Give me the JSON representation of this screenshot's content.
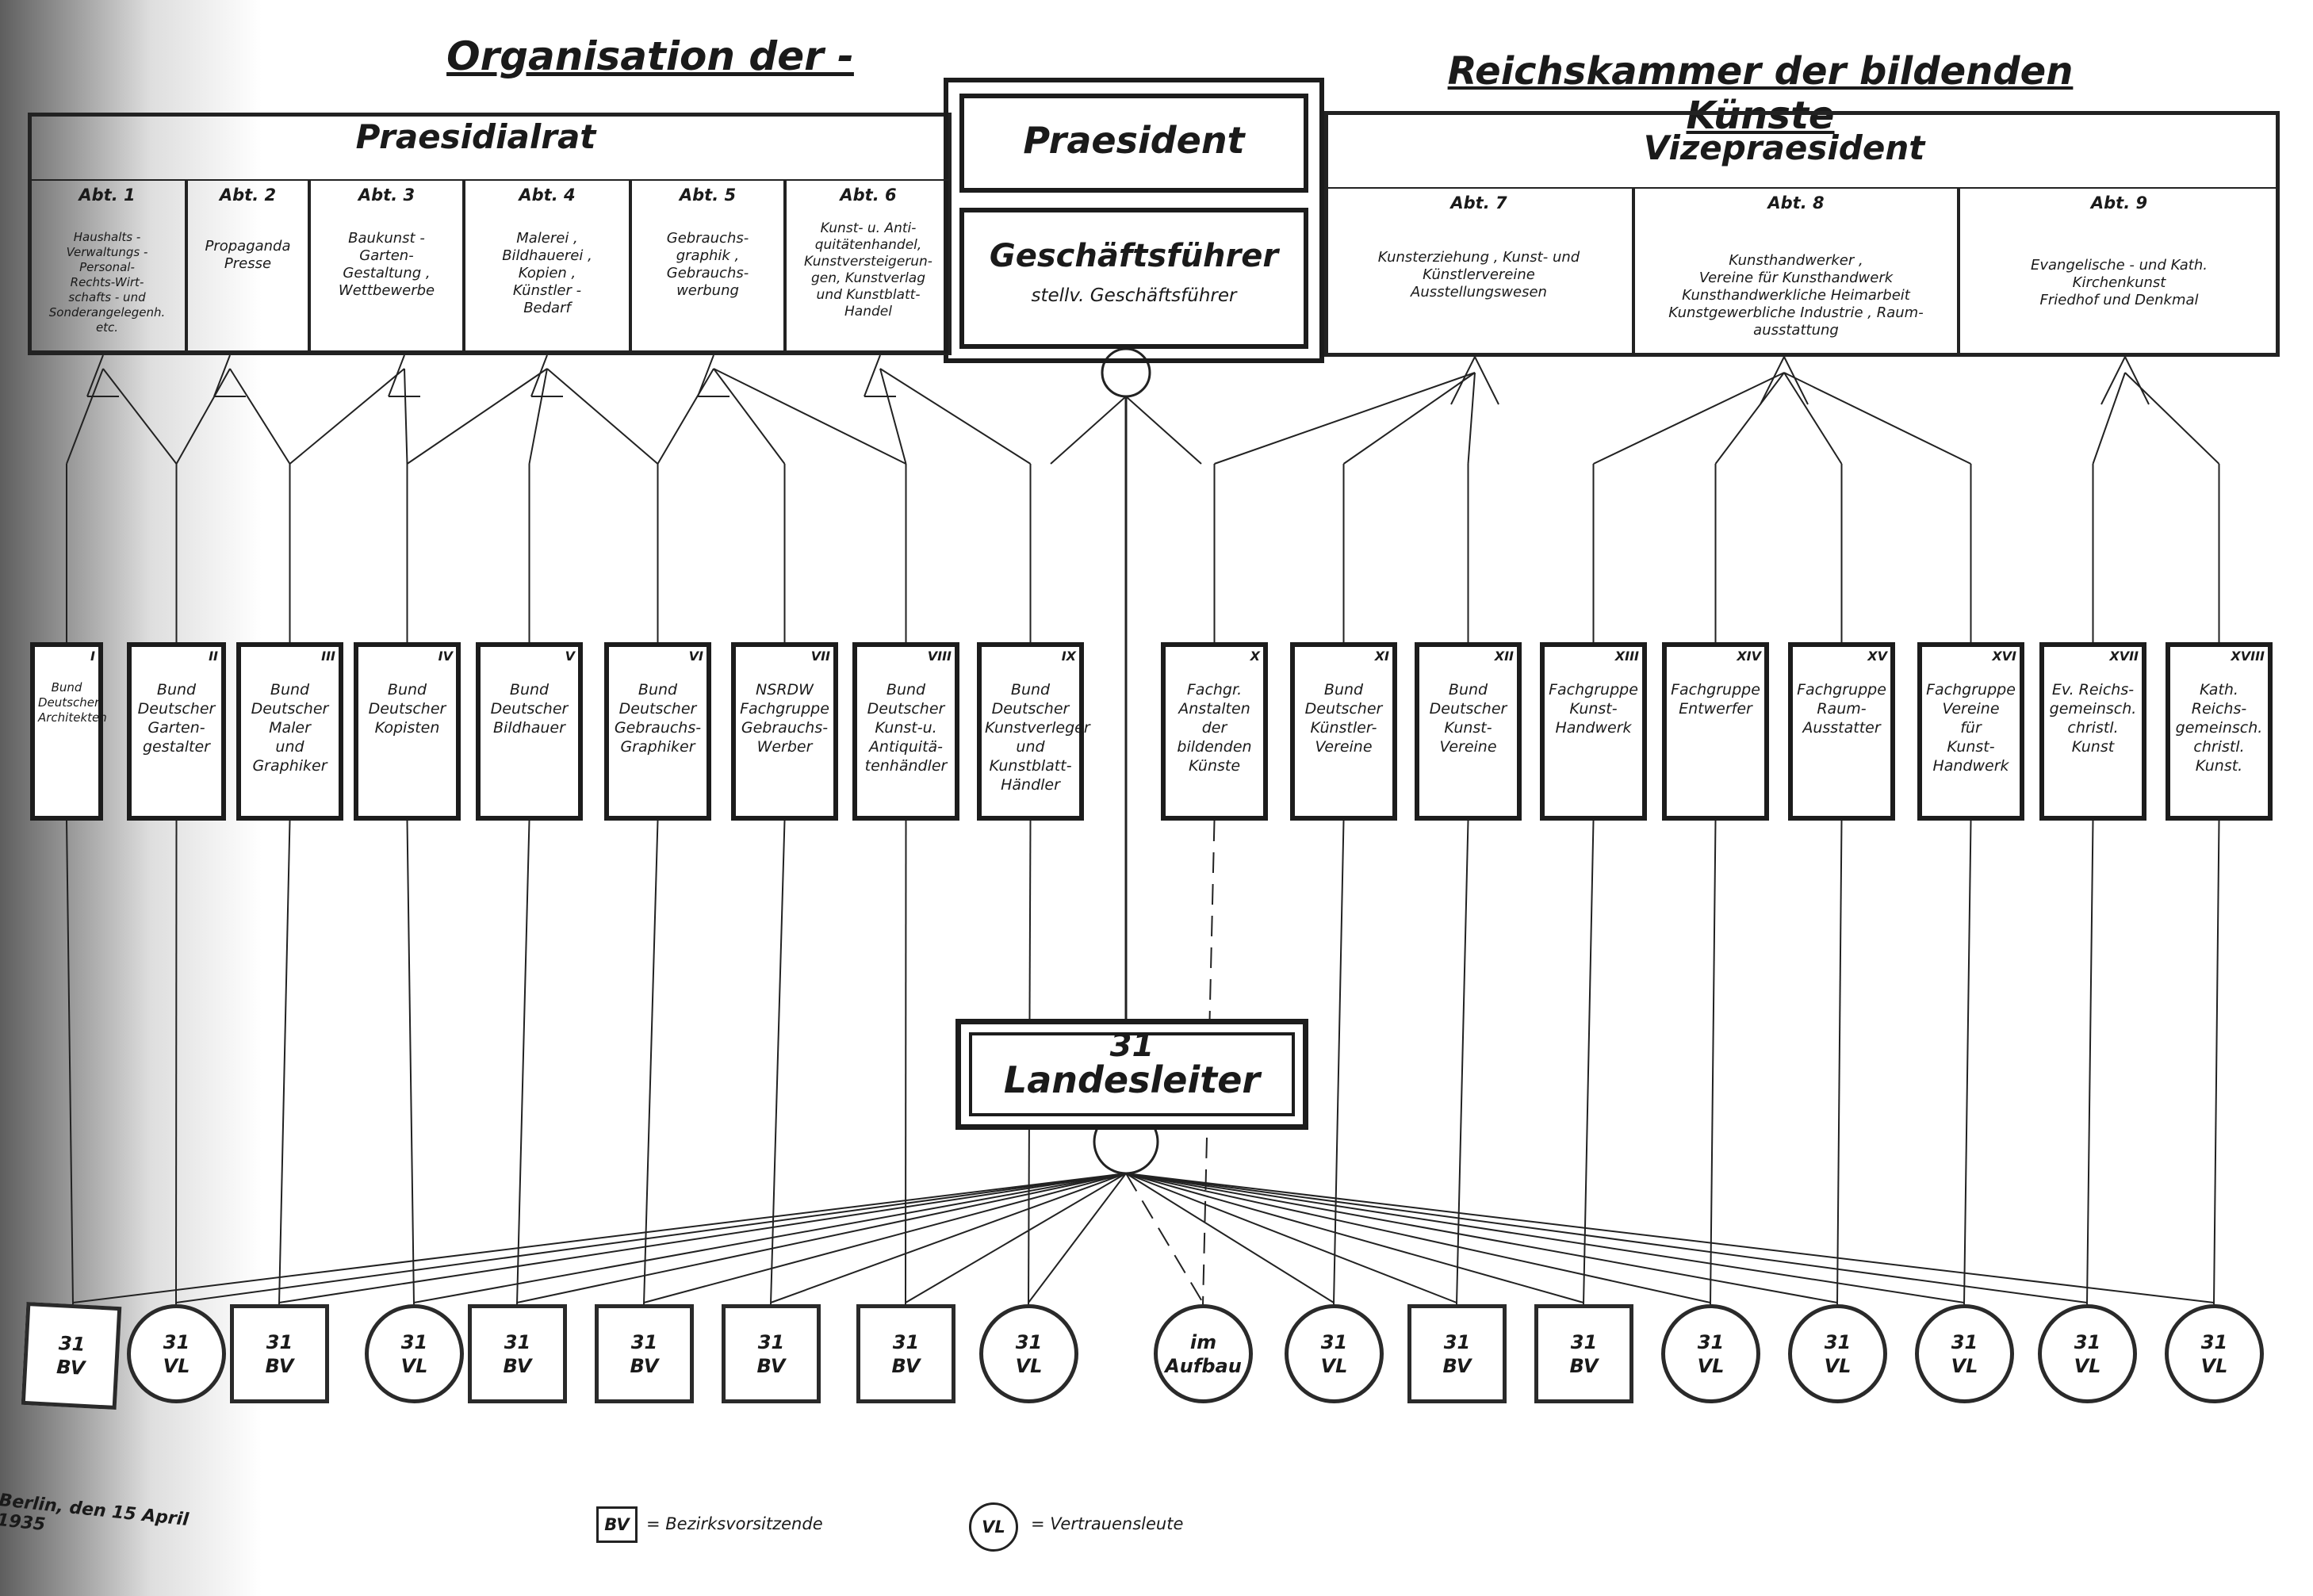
{
  "title": {
    "left": "Organisation der -",
    "right": "Reichskammer der bildenden Künste"
  },
  "praesidialrat": "Praesidialrat",
  "praesident": "Praesident",
  "vizepraesident": "Vizepraesident",
  "geschaeftsfuehrer": {
    "title": "Geschäftsführer",
    "subtitle": "stellv. Geschäftsführer"
  },
  "departments_left": [
    {
      "abt": "Abt. 1",
      "text": "Haushalts -\nVerwaltungs -\nPersonal-\nRechts-Wirt-\nschafts - und\nSonderangelegenh.\netc."
    },
    {
      "abt": "Abt. 2",
      "text": "Propaganda\nPresse"
    },
    {
      "abt": "Abt. 3",
      "text": "Baukunst -\nGarten-\nGestaltung ,\nWettbewerbe"
    },
    {
      "abt": "Abt. 4",
      "text": "Malerei ,\nBildhauerei ,\nKopien ,\nKünstler -\nBedarf"
    },
    {
      "abt": "Abt. 5",
      "text": "Gebrauchs-\ngraphik ,\nGebrauchs-\nwerbung"
    },
    {
      "abt": "Abt. 6",
      "text": "Kunst- u. Anti-\nquitätenhandel,\nKunstversteigerun-\ngen, Kunstverlag\nund Kunstblatt-\nHandel"
    }
  ],
  "departments_right": [
    {
      "abt": "Abt. 7",
      "text": "Kunsterziehung , Kunst- und\nKünstlervereine\nAusstellungswesen"
    },
    {
      "abt": "Abt. 8",
      "text": "Kunsthandwerker ,\nVereine für Kunsthandwerk\nKunsthandwerkliche Heimarbeit\nKunstgewerbliche Industrie , Raum-\nausstattung"
    },
    {
      "abt": "Abt. 9",
      "text": "Evangelische - und Kath.\nKirchenkunst\nFriedhof und Denkmal"
    }
  ],
  "organizations": [
    {
      "num": "I",
      "name": "Bund\nDeutscher\nArchitekten"
    },
    {
      "num": "II",
      "name": "Bund\nDeutscher\nGarten-\ngestalter"
    },
    {
      "num": "III",
      "name": "Bund\nDeutscher\nMaler\nund\nGraphiker"
    },
    {
      "num": "IV",
      "name": "Bund\nDeutscher\nKopisten"
    },
    {
      "num": "V",
      "name": "Bund\nDeutscher\nBildhauer"
    },
    {
      "num": "VI",
      "name": "Bund\nDeutscher\nGebrauchs-\nGraphiker"
    },
    {
      "num": "VII",
      "name": "NSRDW\nFachgruppe\nGebrauchs-\nWerber"
    },
    {
      "num": "VIII",
      "name": "Bund\nDeutscher\nKunst-u.\nAntiquitä-\ntenhändler"
    },
    {
      "num": "IX",
      "name": "Bund\nDeutscher\nKunstverleger\nund\nKunstblatt-\nHändler"
    },
    {
      "num": "X",
      "name": "Fachgr.\nAnstalten\nder bildenden\nKünste"
    },
    {
      "num": "XI",
      "name": "Bund\nDeutscher\nKünstler-\nVereine"
    },
    {
      "num": "XII",
      "name": "Bund\nDeutscher\nKunst-\nVereine"
    },
    {
      "num": "XIII",
      "name": "Fachgruppe\nKunst-\nHandwerk"
    },
    {
      "num": "XIV",
      "name": "Fachgruppe\nEntwerfer"
    },
    {
      "num": "XV",
      "name": "Fachgruppe\nRaum-\nAusstatter"
    },
    {
      "num": "XVI",
      "name": "Fachgruppe\nVereine\nfür\nKunst-\nHandwerk"
    },
    {
      "num": "XVII",
      "name": "Ev. Reichs-\ngemeinsch.\nchristl.\nKunst"
    },
    {
      "num": "XVIII",
      "name": "Kath. Reichs-\ngemeinsch.\nchristl.\nKunst."
    }
  ],
  "landesleiter": {
    "count": "31",
    "label": "Landesleiter"
  },
  "units": [
    {
      "shape": "square",
      "text": "31\nBV"
    },
    {
      "shape": "circle",
      "text": "31\nVL"
    },
    {
      "shape": "square",
      "text": "31\nBV"
    },
    {
      "shape": "circle",
      "text": "31\nVL"
    },
    {
      "shape": "square",
      "text": "31\nBV"
    },
    {
      "shape": "square",
      "text": "31\nBV"
    },
    {
      "shape": "square",
      "text": "31\nBV"
    },
    {
      "shape": "square",
      "text": "31\nBV"
    },
    {
      "shape": "circle",
      "text": "31\nVL"
    },
    {
      "shape": "circle",
      "text": "im\nAufbau"
    },
    {
      "shape": "circle",
      "text": "31\nVL"
    },
    {
      "shape": "square",
      "text": "31\nBV"
    },
    {
      "shape": "square",
      "text": "31\nBV"
    },
    {
      "shape": "circle",
      "text": "31\nVL"
    },
    {
      "shape": "circle",
      "text": "31\nVL"
    },
    {
      "shape": "circle",
      "text": "31\nVL"
    },
    {
      "shape": "circle",
      "text": "31\nVL"
    },
    {
      "shape": "circle",
      "text": "31\nVL"
    }
  ],
  "footer": {
    "date": "Berlin, den 15 April 1935",
    "legend_bv_symbol": "BV",
    "legend_bv_text": "= Bezirksvorsitzende",
    "legend_vl_symbol": "VL",
    "legend_vl_text": "= Vertrauensleute"
  }
}
